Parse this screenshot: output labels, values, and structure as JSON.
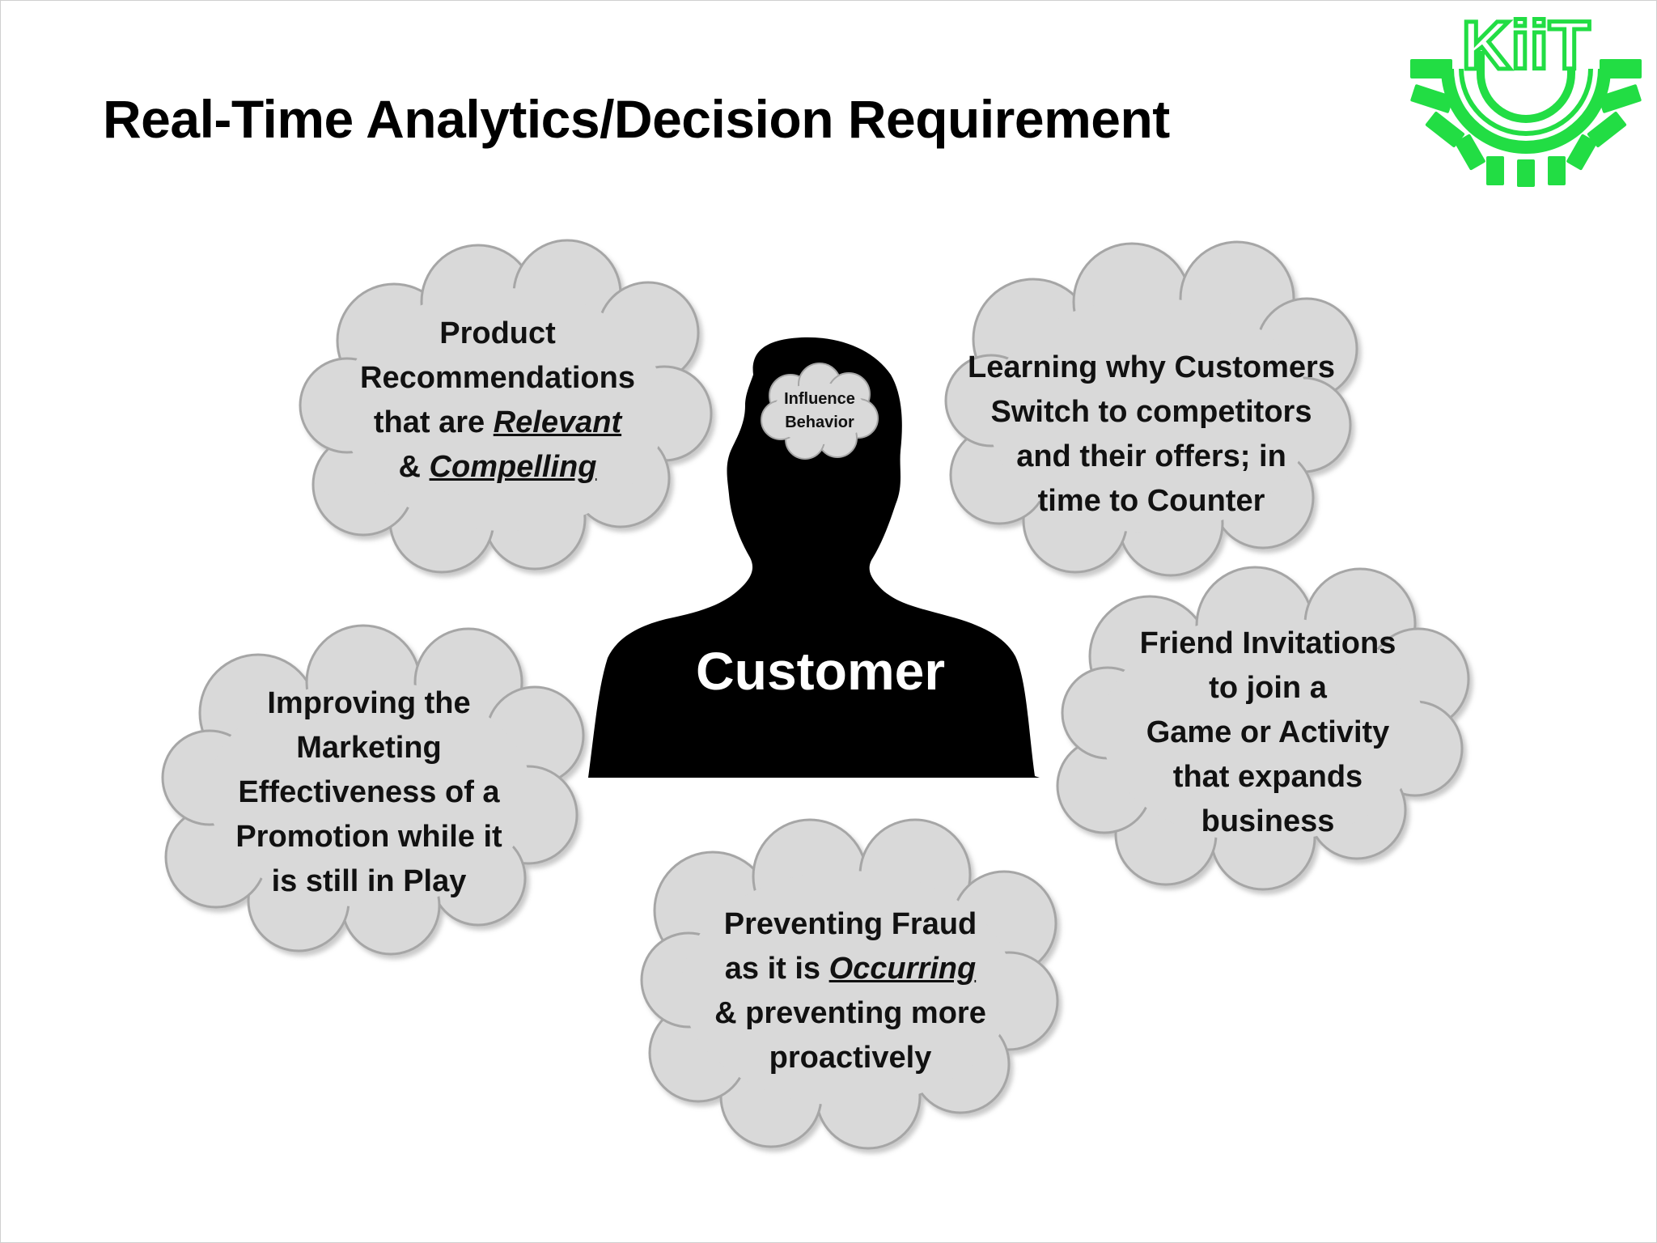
{
  "slide": {
    "title": "Real-Time Analytics/Decision Requirement",
    "logo_text": "KiiT",
    "brand_color": "#22dd44"
  },
  "center": {
    "label": "Customer",
    "thought_line1": "Influence",
    "thought_line2": "Behavior"
  },
  "clouds": {
    "product": {
      "line1": "Product",
      "line2": "Recommendations",
      "line3_pre": "that are ",
      "line3_em": "Relevant",
      "line4_pre": "& ",
      "line4_em": "Compelling"
    },
    "learning": {
      "line1": "Learning why Customers",
      "line2": "Switch to competitors",
      "line3": "and their offers; in",
      "line4": "time to Counter"
    },
    "marketing": {
      "line1": "Improving the",
      "line2": "Marketing",
      "line3": "Effectiveness of a",
      "line4": "Promotion while it",
      "line5": "is still in Play"
    },
    "friend": {
      "line1": "Friend Invitations",
      "line2": "to join a",
      "line3": "Game or Activity",
      "line4": "that expands",
      "line5": "business"
    },
    "fraud": {
      "line1": "Preventing Fraud",
      "line2_pre": "as it is ",
      "line2_em": "Occurring",
      "line3": "& preventing more",
      "line4": "proactively"
    }
  },
  "colors": {
    "cloud_fill": "#d9d9d9",
    "cloud_stroke": "#a6a6a6",
    "silhouette": "#000000"
  }
}
